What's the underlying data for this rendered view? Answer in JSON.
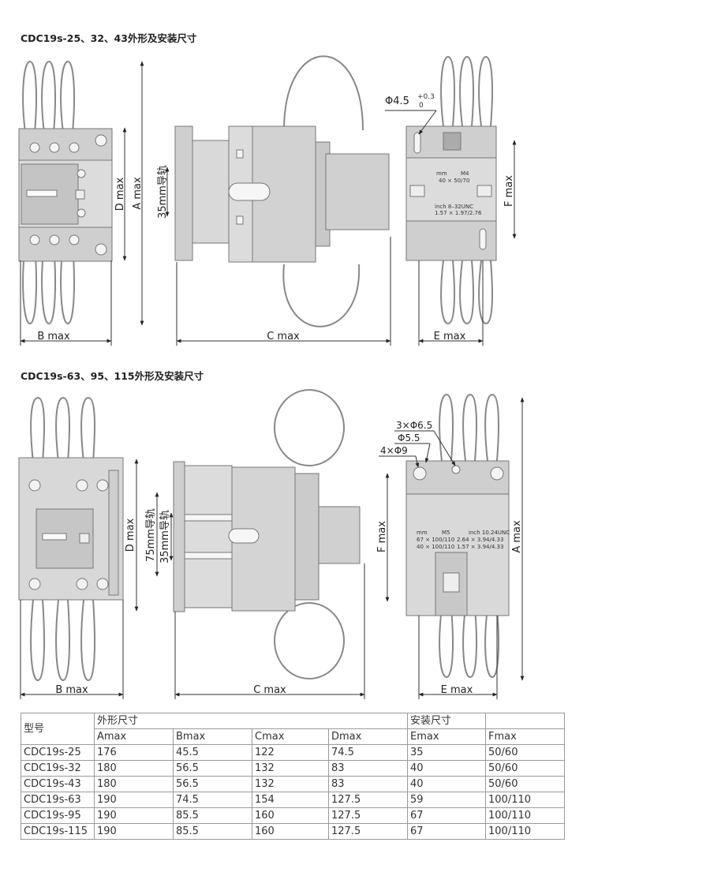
{
  "section1": {
    "title": "CDC19s-25、32、43外形及安装尺寸",
    "labels": {
      "b_max": "B max",
      "a_max": "A max",
      "d_max": "D max",
      "c_max": "C max",
      "rail": "35mm导轨",
      "e_max": "E max",
      "f_max": "F max",
      "hole": "Φ4.5",
      "tol_plus": "+0.3",
      "tol_zero": "0",
      "plate_units": "mm",
      "plate_screw": "M4",
      "plate_dims": "40 × 50/70",
      "plate_inch": "inch 8–32UNC",
      "plate_inch_dims": "1.57 × 1.97/2.76"
    }
  },
  "section2": {
    "title": "CDC19s-63、95、115外形及安装尺寸",
    "labels": {
      "b_max": "B max",
      "d_max": "D max",
      "c_max": "C max",
      "rail75": "75mm导轨",
      "rail35": "35mm导轨",
      "e_max": "E max",
      "f_max": "F max",
      "a_max": "A max",
      "hole_a": "3×Φ6.5",
      "hole_b": "Φ5.5",
      "hole_c": "4×Φ9",
      "plate_units": "mm",
      "plate_screw": "M5",
      "plate_inch": "inch 10.24UNC",
      "plate_row1_mm": "67 × 100/110",
      "plate_row1_in": "2.64 × 3.94/4.33",
      "plate_row2_mm": "40 × 100/110",
      "plate_row2_in": "1.57 × 3.94/4.33"
    }
  },
  "table": {
    "model_header": "型号",
    "outline_header": "外形尺寸",
    "install_header": "安装尺寸",
    "columns": [
      "Amax",
      "Bmax",
      "Cmax",
      "Dmax",
      "Emax",
      "Fmax"
    ],
    "rows": [
      [
        "CDC19s-25",
        "176",
        "45.5",
        "122",
        "74.5",
        "35",
        "50/60"
      ],
      [
        "CDC19s-32",
        "180",
        "56.5",
        "132",
        "83",
        "40",
        "50/60"
      ],
      [
        "CDC19s-43",
        "180",
        "56.5",
        "132",
        "83",
        "40",
        "50/60"
      ],
      [
        "CDC19s-63",
        "190",
        "74.5",
        "154",
        "127.5",
        "59",
        "100/110"
      ],
      [
        "CDC19s-95",
        "190",
        "85.5",
        "160",
        "127.5",
        "67",
        "100/110"
      ],
      [
        "CDC19s-115",
        "190",
        "85.5",
        "160",
        "127.5",
        "67",
        "100/110"
      ]
    ]
  }
}
